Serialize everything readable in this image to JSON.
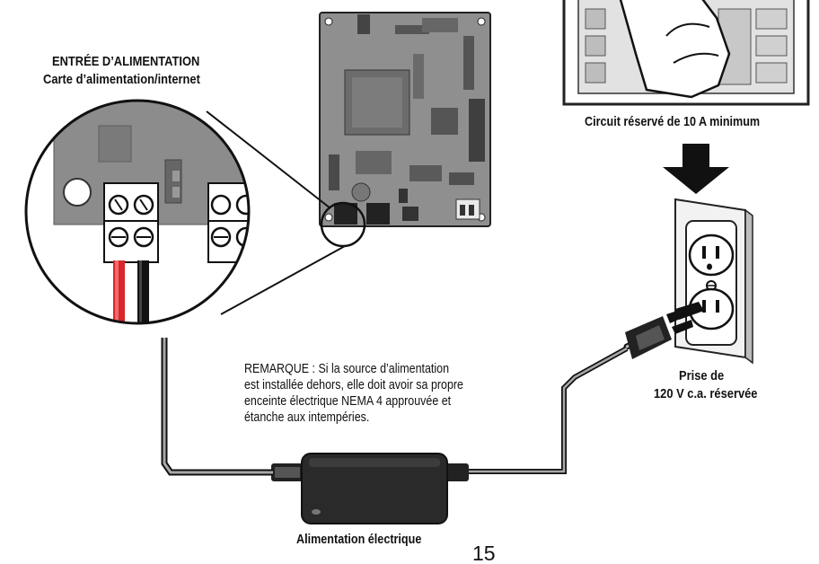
{
  "labels": {
    "power_input_title": "ENTRÉE D’ALIMENTATION",
    "power_input_subtitle": "Carte d’alimentation/internet",
    "circuit_note": "Circuit réservé de 10 A minimum",
    "note_lines": [
      "REMARQUE : Si la source d’alimentation",
      "est installée dehors, elle doit avoir sa propre",
      "enceinte électrique NEMA 4 approuvée et",
      "étanche aux intempéries."
    ],
    "outlet_line1": "Prise de",
    "outlet_line2": "120 V c.a. réservée",
    "power_supply": "Alimentation électrique",
    "page_number": "15"
  },
  "colors": {
    "red_wire": "#d8262b",
    "black_wire": "#111111",
    "board": "#8a8a8a",
    "board_dark": "#555555",
    "panel": "#dcdcdc"
  }
}
